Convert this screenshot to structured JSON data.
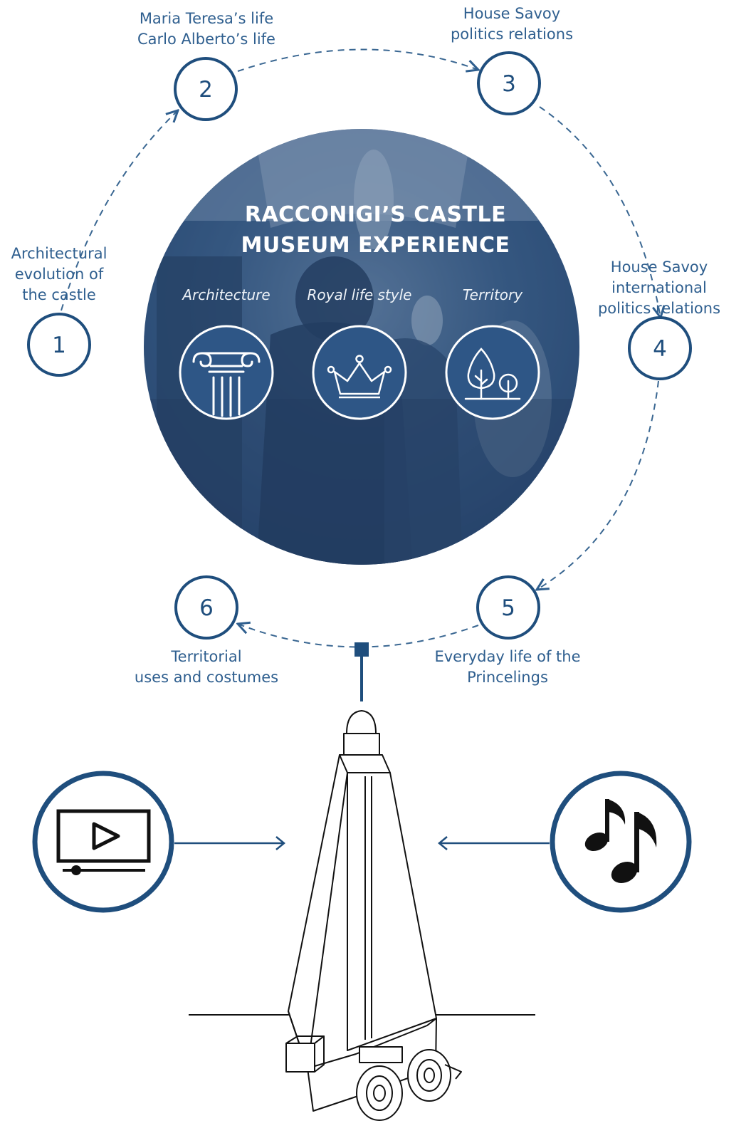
{
  "center": {
    "title_line1": "RACCONIGI’S CASTLE",
    "title_line2": "MUSEUM EXPERIENCE",
    "themes": [
      {
        "label": "Architecture",
        "icon": "ionic-column-icon"
      },
      {
        "label": "Royal life style",
        "icon": "crown-icon"
      },
      {
        "label": "Territory",
        "icon": "trees-icon"
      }
    ]
  },
  "steps": [
    {
      "number": "1",
      "lines": [
        "Architectural",
        "evolution of",
        "the castle"
      ]
    },
    {
      "number": "2",
      "lines": [
        "Maria Teresa’s life",
        "Carlo Alberto’s life"
      ]
    },
    {
      "number": "3",
      "lines": [
        "House Savoy",
        "politics relations"
      ]
    },
    {
      "number": "4",
      "lines": [
        "House Savoy",
        "international",
        "politics relations"
      ]
    },
    {
      "number": "5",
      "lines": [
        "Everyday life of the",
        "Princelings"
      ]
    },
    {
      "number": "6",
      "lines": [
        "Territorial",
        "uses and costumes"
      ]
    }
  ],
  "inputs": [
    {
      "name": "video",
      "icon": "video-player-icon"
    },
    {
      "name": "audio",
      "icon": "music-notes-icon"
    }
  ],
  "device": {
    "icon": "obelisk-robot-icon"
  },
  "colors": {
    "accent": "#1f4e7d",
    "label": "#2f5f8f",
    "photo_overlay": "#2c4f7a",
    "ink": "#111111"
  }
}
